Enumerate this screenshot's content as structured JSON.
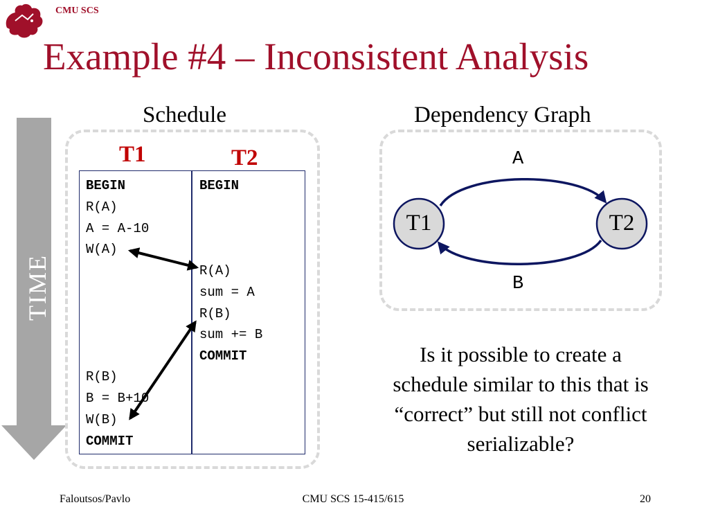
{
  "header": {
    "brand": "CMU SCS",
    "title": "Example #4 – Inconsistent Analysis"
  },
  "schedule": {
    "heading": "Schedule",
    "t1_label": "T1",
    "t2_label": "T2",
    "t1_ops": [
      "BEGIN",
      "R(A)",
      "A = A-10",
      "W(A)",
      "R(B)",
      "B = B+10",
      "W(B)",
      "COMMIT"
    ],
    "t2_ops": [
      "BEGIN",
      "R(A)",
      "sum = A",
      "R(B)",
      "sum += B",
      "COMMIT"
    ],
    "time_label": "TIME"
  },
  "graph": {
    "heading": "Dependency Graph",
    "nodes": [
      "T1",
      "T2"
    ],
    "edges": [
      {
        "from": "T1",
        "to": "T2",
        "label": "A"
      },
      {
        "from": "T2",
        "to": "T1",
        "label": "B"
      }
    ]
  },
  "question": "Is it possible to create a schedule similar to this that is “correct” but still not conflict serializable?",
  "footer": {
    "left": "Faloutsos/Pavlo",
    "center": "CMU SCS 15-415/615",
    "page": "20"
  },
  "colors": {
    "accent": "#a0102a",
    "txn_label": "#c00000",
    "table_border": "#1f2a6b",
    "node_fill": "#d9d9d9",
    "edge": "#0d1660",
    "time_arrow": "#a6a6a6"
  }
}
